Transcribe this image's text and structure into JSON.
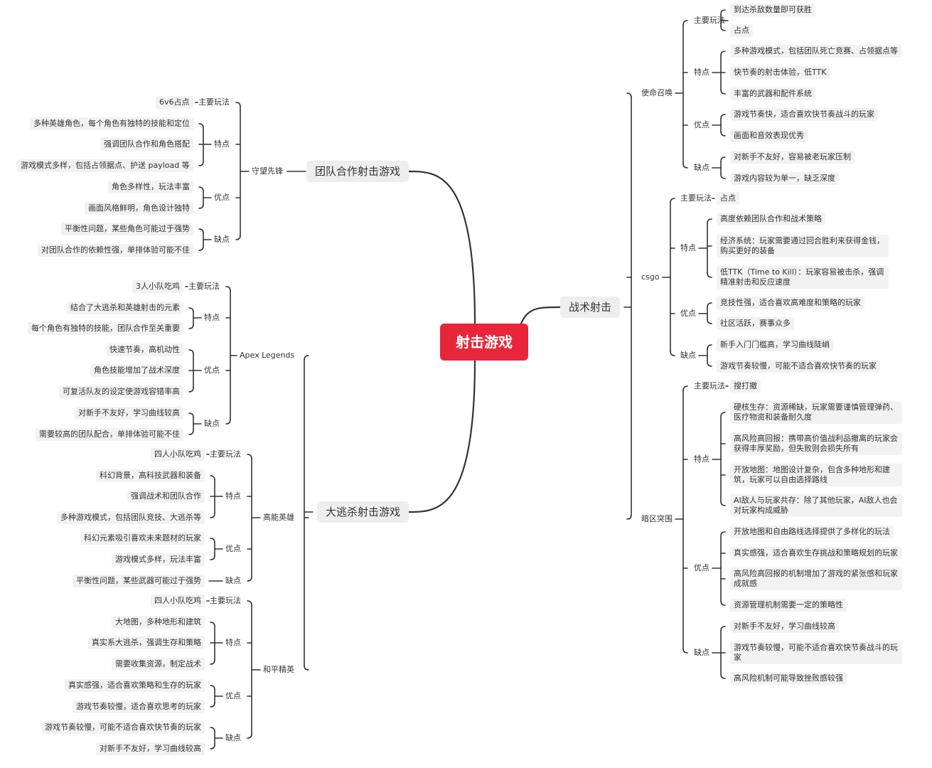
{
  "colors": {
    "root_bg": "#e8263a",
    "line": "#333333",
    "branch_bg": "#eeeeee",
    "text": "#333333"
  },
  "root": {
    "label": "射击游戏"
  },
  "branches": [
    {
      "label": "团队合作射击游戏",
      "games": [
        {
          "label": "守望先锋",
          "sections": [
            {
              "label": "主要玩法",
              "items": [
                "6v6占点"
              ]
            },
            {
              "label": "特点",
              "items": [
                "多种英雄角色，每个角色有独特的技能和定位",
                "强调团队合作和角色搭配",
                "游戏模式多样，包括占领据点、护送 payload 等"
              ]
            },
            {
              "label": "优点",
              "items": [
                "角色多样性，玩法丰富",
                "画面风格鲜明，角色设计独特"
              ]
            },
            {
              "label": "缺点",
              "items": [
                "平衡性问题，某些角色可能过于强势",
                "对团队合作的依赖性强，单排体验可能不佳"
              ]
            }
          ]
        }
      ]
    },
    {
      "label": "大逃杀射击游戏",
      "games": [
        {
          "label": "Apex Legends",
          "sections": [
            {
              "label": "主要玩法",
              "items": [
                "3人小队吃鸡"
              ]
            },
            {
              "label": "特点",
              "items": [
                "结合了大逃杀和英雄射击的元素",
                "每个角色有独特的技能，团队合作至关重要"
              ]
            },
            {
              "label": "优点",
              "items": [
                "快速节奏，高机动性",
                "角色技能增加了战术深度",
                "可复活队友的设定使游戏容错率高"
              ]
            },
            {
              "label": "缺点",
              "items": [
                "对新手不友好，学习曲线较高",
                "需要较高的团队配合，单排体验可能不佳"
              ]
            }
          ]
        },
        {
          "label": "高能英雄",
          "sections": [
            {
              "label": "主要玩法",
              "items": [
                "四人小队吃鸡"
              ]
            },
            {
              "label": "特点",
              "items": [
                "科幻背景，高科技武器和装备",
                "强调战术和团队合作",
                "多种游戏模式，包括团队竞技、大逃杀等"
              ]
            },
            {
              "label": "优点",
              "items": [
                "科幻元素吸引喜欢未来题材的玩家",
                "游戏模式多样，玩法丰富"
              ]
            },
            {
              "label": "缺点",
              "items": [
                "平衡性问题，某些武器可能过于强势"
              ]
            }
          ]
        },
        {
          "label": "和平精英",
          "sections": [
            {
              "label": "主要玩法",
              "items": [
                "四人小队吃鸡"
              ]
            },
            {
              "label": "特点",
              "items": [
                "大地图，多种地形和建筑",
                "真实系大逃杀，强调生存和策略",
                "需要收集资源，制定战术"
              ]
            },
            {
              "label": "优点",
              "items": [
                "真实感强，适合喜欢策略和生存的玩家",
                "游戏节奏较慢，适合喜欢思考的玩家"
              ]
            },
            {
              "label": "缺点",
              "items": [
                "游戏节奏较慢，可能不适合喜欢快节奏的玩家",
                "对新手不友好，学习曲线较高"
              ]
            }
          ]
        }
      ]
    },
    {
      "label": "战术射击",
      "games": [
        {
          "label": "使命召唤",
          "sections": [
            {
              "label": "主要玩法",
              "items": [
                "到达杀敌数量即可获胜",
                "占点"
              ]
            },
            {
              "label": "特点",
              "items": [
                "多种游戏模式，包括团队死亡竞赛、占领据点等",
                "快节奏的射击体验，低TTK",
                "丰富的武器和配件系统"
              ]
            },
            {
              "label": "优点",
              "items": [
                "游戏节奏快，适合喜欢快节奏战斗的玩家",
                "画面和音效表现优秀"
              ]
            },
            {
              "label": "缺点",
              "items": [
                "对新手不友好，容易被老玩家压制",
                "游戏内容较为单一，缺乏深度"
              ]
            }
          ]
        },
        {
          "label": "csgo",
          "sections": [
            {
              "label": "主要玩法",
              "items": [
                "占点"
              ]
            },
            {
              "label": "特点",
              "items": [
                "高度依赖团队合作和战术策略",
                "经济系统：玩家需要通过回合胜利来获得金钱，购买更好的装备",
                "低TTK（Time to Kill）：玩家容易被击杀，强调精准射击和反应速度"
              ]
            },
            {
              "label": "优点",
              "items": [
                "竞技性强，适合喜欢高难度和策略的玩家",
                "社区活跃，赛事众多"
              ]
            },
            {
              "label": "缺点",
              "items": [
                "新手入门门槛高，学习曲线陡峭",
                "游戏节奏较慢，可能不适合喜欢快节奏的玩家"
              ]
            }
          ]
        },
        {
          "label": "暗区突围",
          "sections": [
            {
              "label": "主要玩法",
              "items": [
                "搜打撤"
              ]
            },
            {
              "label": "特点",
              "items": [
                "硬核生存：资源稀缺，玩家需要谨慎管理弹药、医疗物资和装备耐久度",
                "高风险高回报：携带高价值战利品撤离的玩家会获得丰厚奖励，但失败则会损失所有",
                "开放地图：地图设计复杂，包含多种地形和建筑，玩家可以自由选择路线",
                "AI敌人与玩家共存：除了其他玩家，AI敌人也会对玩家构成威胁"
              ]
            },
            {
              "label": "优点",
              "items": [
                "开放地图和自由路线选择提供了多样化的玩法",
                "真实感强，适合喜欢生存挑战和策略规划的玩家",
                "高风险高回报的机制增加了游戏的紧张感和玩家成就感",
                "资源管理机制需要一定的策略性"
              ]
            },
            {
              "label": "缺点",
              "items": [
                "对新手不友好，学习曲线较高",
                "游戏节奏较慢，可能不适合喜欢快节奏战斗的玩家",
                "高风险机制可能导致挫败感较强"
              ]
            }
          ]
        }
      ]
    }
  ]
}
